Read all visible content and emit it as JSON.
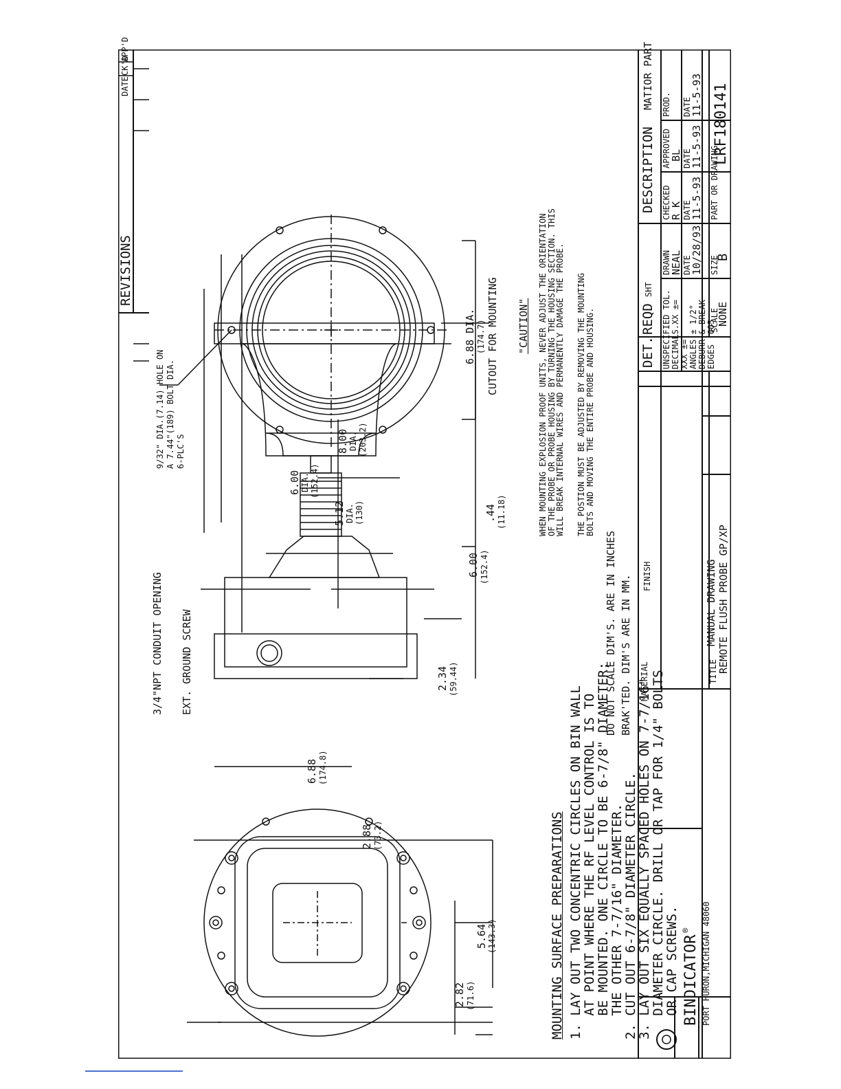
{
  "revisions": {
    "title": "REVISIONS",
    "date_col": "DATE",
    "ckd_col": "CK'D",
    "appd_col": "APP'D"
  },
  "mounting_prep": {
    "title": "MOUNTING SURFACE PREPARATIONS",
    "steps": [
      "1. LAY OUT TWO CONCENTRIC CIRCLES ON BIN WALL",
      "   AT POINT WHERE THE RF LEVEL CONTROL IS TO",
      "   BE MOUNTED. ONE CIRCLE TO BE 6-7/8\" DIAMETER;",
      "   THE OTHER 7-7/16\" DIAMETER.",
      "2. CUT OUT 6-7/8\" DIAMETER CIRCLE.",
      "3. LAY OUT SIX EQUALLY SPACED HOLES ON 7-7/16\"",
      "   DIAMETER CIRCLE. DRILL OR TAP FOR 1/4\" BOLTS",
      "   OR CAP SCREWS."
    ]
  },
  "front_view_dims": {
    "width_in": "6.88",
    "width_mm": "(174.8)",
    "half_width_in": "2.88",
    "half_width_mm": "(73.2)",
    "height_in": "5.64",
    "height_mm": "(143.3)",
    "half_height_in": "2.82",
    "half_height_mm": "(71.6)"
  },
  "side_view_labels": {
    "conduit": "3/4\"NPT CONDUIT OPENING",
    "ground": "EXT. GROUND SCREW",
    "hole_note_1": "9/32\" DIA.(7.14) HOLE ON",
    "hole_note_2": "A 7.44\"(189) BOLT DIA.",
    "hole_note_3": "6-PLC'S"
  },
  "side_view_dims": {
    "d600_in": "6.00",
    "d600_dia": "DIA.",
    "d600_mm": "(152.4)",
    "d800_in": "8.00",
    "d800_dia": "DIA.",
    "d800_mm": "(203.2)",
    "d512_in": "5.12",
    "d512_dia": "DIA.",
    "d512_mm": "(130)",
    "d044_in": ".44",
    "d044_mm": "(11.18)",
    "len600_in": "6.00",
    "len600_mm": "(152.4)",
    "d234_in": "2.34",
    "d234_mm": "(59.44)"
  },
  "cutout": {
    "dia": "6.88 DIA.",
    "mm": "(174.7)",
    "label": "CUTOUT FOR MOUNTING"
  },
  "caution": {
    "title": "\"CAUTION\"",
    "lines": [
      "WHEN MOUNTING EXPLOSION PROOF UNITS, NEVER ADJUST THE ORIENTATION",
      "OF THE PROBE OR PROBE HOUSING BY TURNING THE HOUSING SECTION. THIS",
      "WILL BREAK INTERNAL WIRES AND PERMANENTLY DAMAGE THE PROBE."
    ],
    "position_lines": [
      "THE POSTION MUST BE ADJUSTED BY REMOVING THE MOUNTING",
      "BOLTS AND MOVING THE ENTIRE PROBE AND HOUSING."
    ]
  },
  "notes": {
    "line1": "DO NOT SCALE DIM'S. ARE IN INCHES",
    "line2": "BRAK'TED. DIM'S ARE IN MM."
  },
  "title_block": {
    "det": "DET.",
    "reqd": "REQD",
    "sht": "SHT",
    "description": "DESCRIPTION",
    "matior_part": "MATIOR PART",
    "material": "MATERIAL",
    "finish": "FINISH",
    "tol_1": "UNSPECIFIED TOL.",
    "tol_2": "DECIMALS.XX ±=",
    "tol_3": "XXX ±=",
    "tol_4": "ANGLES ± 1/2°",
    "tol_5": "DEBURR & BREAK",
    "tol_6": "EDGES .005",
    "drawn_label": "DRAWN",
    "drawn_by": "NEAL",
    "checked_label": "CHECKED",
    "checked_by": "R K",
    "approved_label": "APPROVED",
    "approved_by": "BL",
    "prod_label": "PROD.",
    "date_label": "DATE",
    "drawn_date": "10/28/93",
    "checked_date": "11-5-93",
    "approved_date": "11-5-93",
    "prod_date": "11-5-93",
    "company": "BINDICATOR",
    "reg": "®",
    "address": "PORT HURON,MICHIGAN 48060",
    "title_label": "TITLE",
    "title_1": "MANUAL DRAWING",
    "title_2": "REMOTE FLUSH PROBE GP/XP",
    "scale_label": "SCALE",
    "scale": "NONE",
    "size_label": "SIZE",
    "size": "B",
    "part_label": "PART OR DRAWING",
    "part_number": "LRF180141"
  }
}
